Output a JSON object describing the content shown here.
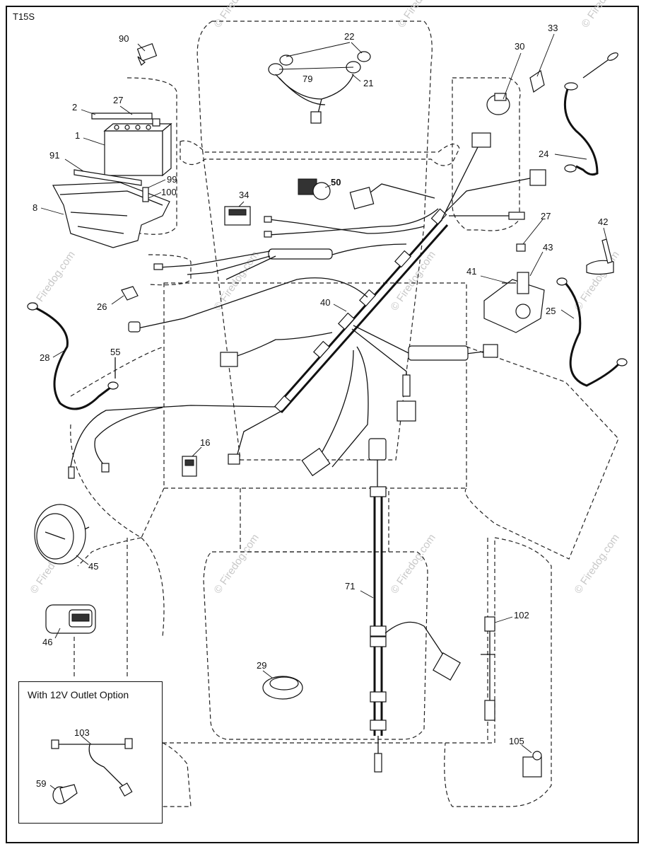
{
  "diagram_code": "T15S",
  "inset": {
    "title": "With 12V Outlet Option",
    "callouts": [
      "103",
      "59"
    ]
  },
  "callouts": [
    "90",
    "22",
    "79",
    "21",
    "30",
    "33",
    "27",
    "2",
    "1",
    "91",
    "99",
    "100",
    "8",
    "50",
    "34",
    "24",
    "27",
    "42",
    "43",
    "41",
    "26",
    "40",
    "28",
    "55",
    "25",
    "16",
    "45",
    "46",
    "71",
    "102",
    "29",
    "105"
  ],
  "watermark": "© Firedog.com"
}
